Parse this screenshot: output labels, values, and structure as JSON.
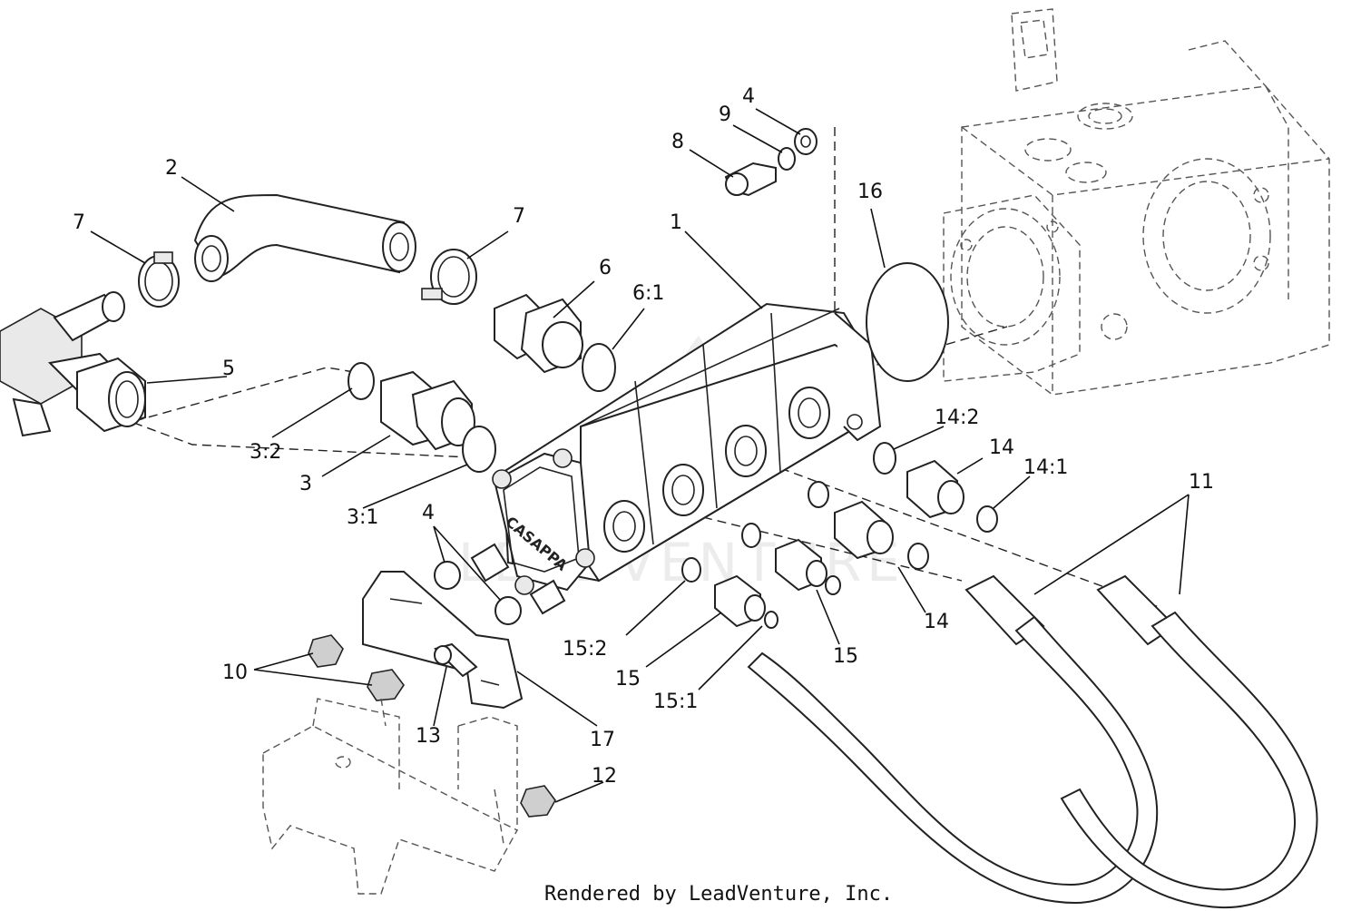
{
  "footer": {
    "text": "Rendered by LeadVenture, Inc."
  },
  "watermark": {
    "text": "LEADVENTURE"
  },
  "pump_brand": {
    "text": "CASAPPA"
  },
  "callouts": [
    {
      "id": "c-1",
      "text": "1"
    },
    {
      "id": "c-2",
      "text": "2"
    },
    {
      "id": "c-3",
      "text": "3"
    },
    {
      "id": "c-3-1",
      "text": "3:1"
    },
    {
      "id": "c-3-2",
      "text": "3:2"
    },
    {
      "id": "c-4-top",
      "text": "4"
    },
    {
      "id": "c-4-mid",
      "text": "4"
    },
    {
      "id": "c-5",
      "text": "5"
    },
    {
      "id": "c-6",
      "text": "6"
    },
    {
      "id": "c-6-1",
      "text": "6:1"
    },
    {
      "id": "c-7-left",
      "text": "7"
    },
    {
      "id": "c-7-right",
      "text": "7"
    },
    {
      "id": "c-8",
      "text": "8"
    },
    {
      "id": "c-9",
      "text": "9"
    },
    {
      "id": "c-10",
      "text": "10"
    },
    {
      "id": "c-11",
      "text": "11"
    },
    {
      "id": "c-12",
      "text": "12"
    },
    {
      "id": "c-13",
      "text": "13"
    },
    {
      "id": "c-14-right",
      "text": "14"
    },
    {
      "id": "c-14-bottom",
      "text": "14"
    },
    {
      "id": "c-14-1",
      "text": "14:1"
    },
    {
      "id": "c-14-2",
      "text": "14:2"
    },
    {
      "id": "c-15-left",
      "text": "15"
    },
    {
      "id": "c-15-right",
      "text": "15"
    },
    {
      "id": "c-15-1",
      "text": "15:1"
    },
    {
      "id": "c-15-2",
      "text": "15:2"
    },
    {
      "id": "c-16",
      "text": "16"
    },
    {
      "id": "c-17",
      "text": "17"
    }
  ]
}
